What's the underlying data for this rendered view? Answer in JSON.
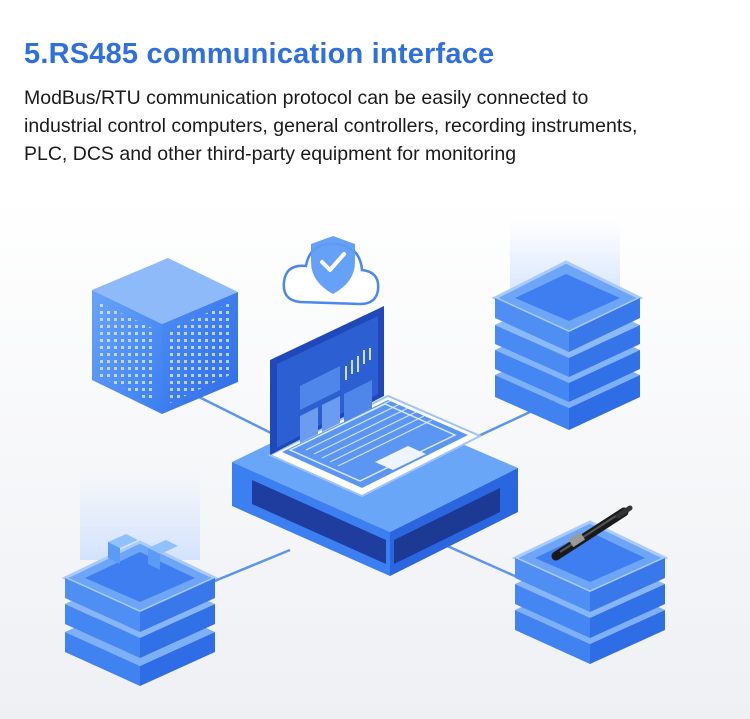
{
  "header": {
    "title": "5.RS485 communication interface",
    "description_lines": [
      "ModBus/RTU communication protocol can be easily connected to",
      "industrial control computers, general controllers, recording instruments,",
      "PLC, DCS and other third-party equipment for monitoring"
    ]
  },
  "illustration": {
    "center": "laptop-icon",
    "badge": "cloud-shield-check-icon",
    "devices": [
      "cube-server-icon",
      "server-stack-icon",
      "data-blocks-stack-icon",
      "sensor-probe-stack-icon"
    ],
    "colors": {
      "primary": "#3b82f6",
      "dark": "#1d4ed8",
      "light": "#93c5fd",
      "title": "#2f6fe0"
    }
  }
}
